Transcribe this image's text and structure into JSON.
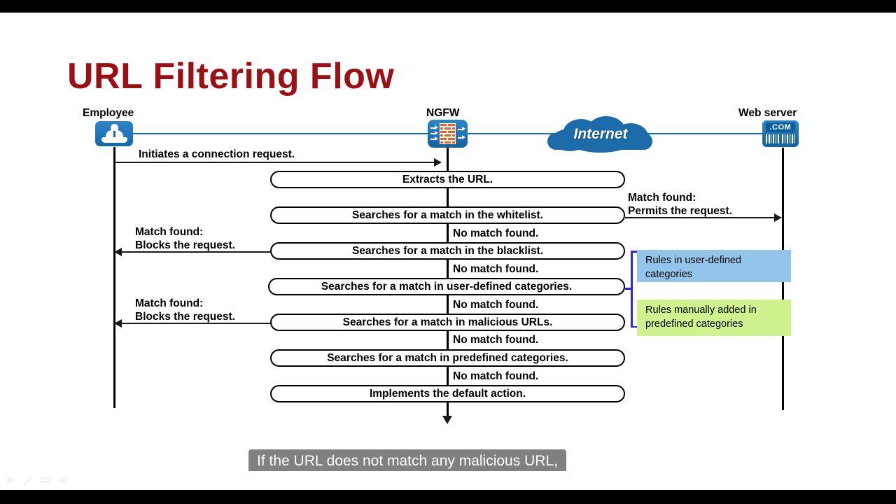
{
  "slide": {
    "title": "URL Filtering Flow",
    "title_color": "#9B1014"
  },
  "actors": [
    {
      "name": "employee",
      "label": "Employee",
      "icon": "user-at-desk-icon"
    },
    {
      "name": "ngfw",
      "label": "NGFW",
      "icon": "firewall-icon"
    },
    {
      "name": "internet",
      "label": "Internet",
      "icon": "cloud-icon"
    },
    {
      "name": "web-server",
      "label": "Web server",
      "icon": "web-server-icon"
    }
  ],
  "flow": {
    "initiate": "Initiates a connection request.",
    "steps": [
      {
        "id": "extract",
        "label": "Extracts the URL."
      },
      {
        "id": "whitelist",
        "label": "Searches for a match in the whitelist."
      },
      {
        "id": "blacklist",
        "label": "Searches for a match in the blacklist."
      },
      {
        "id": "user-cat",
        "label": "Searches for a match in user-defined categories."
      },
      {
        "id": "malicious",
        "label": "Searches for a match in malicious URLs."
      },
      {
        "id": "predefined",
        "label": "Searches for a match in predefined categories."
      },
      {
        "id": "default",
        "label": "Implements the default action."
      }
    ],
    "no_match": "No match found.",
    "permit": {
      "line1": "Match found:",
      "line2": "Permits the request."
    },
    "block": {
      "line1": "Match found:",
      "line2": "Blocks the request."
    }
  },
  "notes": [
    {
      "id": "user-defined",
      "text": "Rules in user-defined categories",
      "color": "#93C5EA"
    },
    {
      "id": "predefined",
      "text": "Rules manually added in predefined categories",
      "color": "#CFF28E"
    }
  ],
  "web_server_icon": {
    "com_label": ".COM"
  },
  "subtitle": {
    "text": "If the URL does not match any malicious URL,"
  },
  "taskbar": {
    "items": [
      {
        "name": "previous-slide-icon"
      },
      {
        "name": "pen-icon"
      },
      {
        "name": "slide-menu-icon"
      },
      {
        "name": "next-slide-icon"
      }
    ]
  }
}
